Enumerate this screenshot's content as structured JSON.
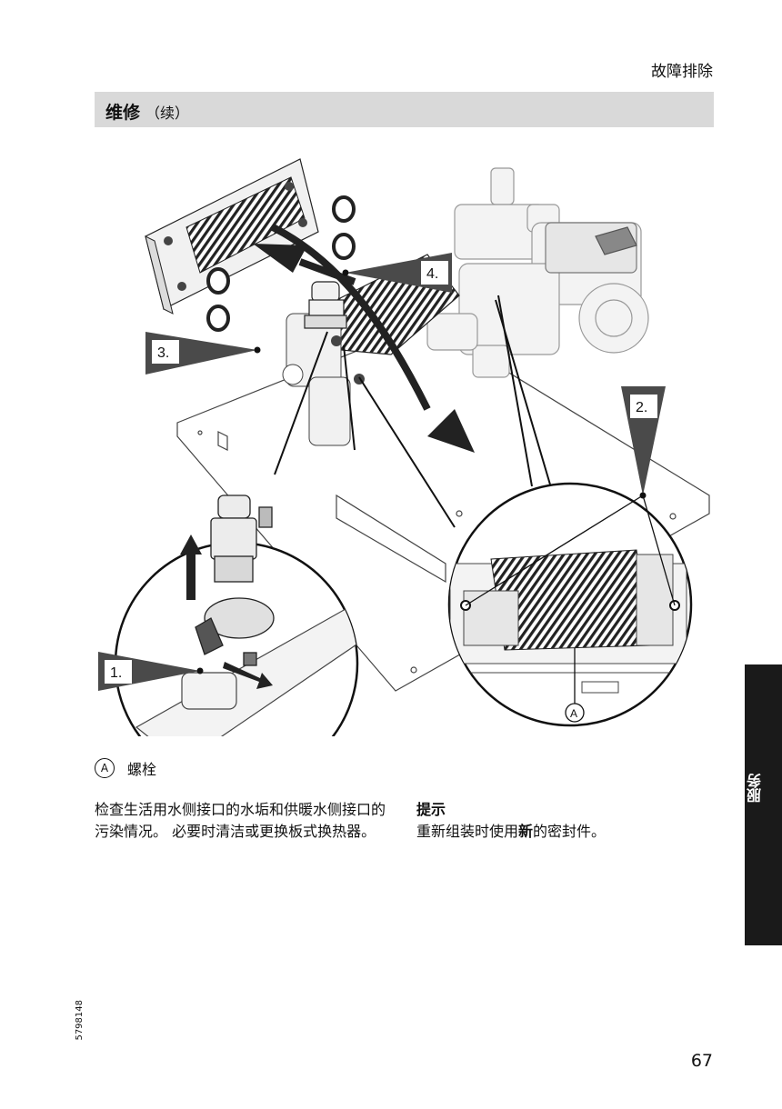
{
  "header": {
    "chapter": "故障排除"
  },
  "section": {
    "title": "维修",
    "suffix": "（续）"
  },
  "figure": {
    "callouts": {
      "step1": "1.",
      "step2": "2.",
      "step3": "3.",
      "step4": "4.",
      "detail_a": "A"
    }
  },
  "legend": {
    "marker": "A",
    "label": "螺栓"
  },
  "body": {
    "text": "检查生活用水侧接口的水垢和供暖水侧接口的污染情况。 必要时清洁或更换板式换热器。"
  },
  "note": {
    "title": "提示",
    "text_before": "重新组装时使用",
    "text_emphasis": "新",
    "text_after": "的密封件。"
  },
  "side_tab": {
    "label": "服务"
  },
  "footer": {
    "doc_number": "5798148",
    "page_number": "67"
  }
}
